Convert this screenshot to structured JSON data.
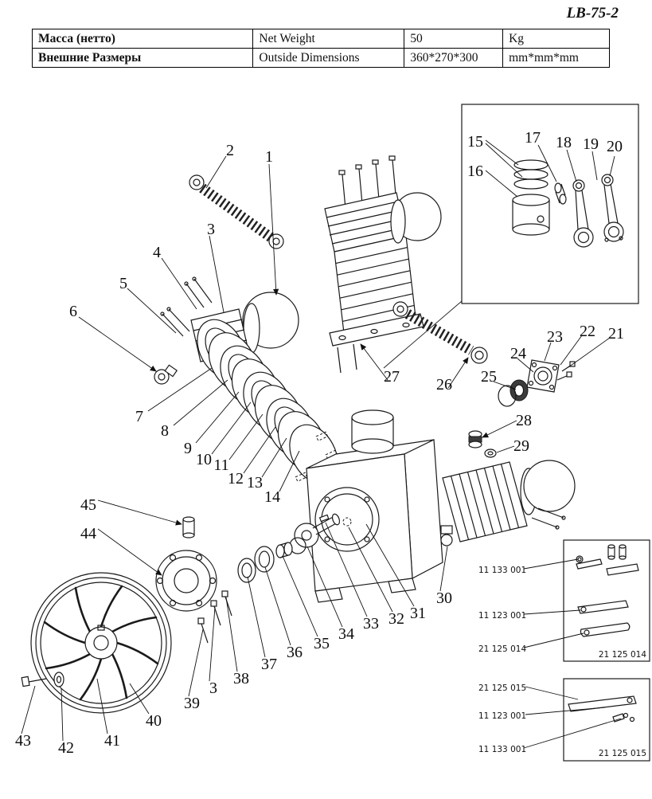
{
  "header": {
    "title": "LB-75-2"
  },
  "spec_table": {
    "rows": [
      {
        "ru": "Масса (нетто)",
        "en": "Net Weight",
        "value": "50",
        "unit": "Kg"
      },
      {
        "ru": "Внешние Размеры",
        "en": "Outside Dimensions",
        "value": "360*270*300",
        "unit": "mm*mm*mm"
      }
    ]
  },
  "callouts": {
    "n1": "1",
    "n2": "2",
    "n3": "3",
    "n3b": "3",
    "n4": "4",
    "n5": "5",
    "n6": "6",
    "n7": "7",
    "n8": "8",
    "n9": "9",
    "n10": "10",
    "n11": "11",
    "n12": "12",
    "n13": "13",
    "n14": "14",
    "n15": "15",
    "n16": "16",
    "n17": "17",
    "n18": "18",
    "n19": "19",
    "n20": "20",
    "n21": "21",
    "n22": "22",
    "n23": "23",
    "n24": "24",
    "n25": "25",
    "n26": "26",
    "n27": "27",
    "n28": "28",
    "n29": "29",
    "n30": "30",
    "n31": "31",
    "n32": "32",
    "n33": "33",
    "n34": "34",
    "n35": "35",
    "n36": "36",
    "n37": "37",
    "n38": "38",
    "n39": "39",
    "n40": "40",
    "n41": "41",
    "n42": "42",
    "n43": "43",
    "n44": "44",
    "n45": "45"
  },
  "part_labels": {
    "inset1_l1": "11 133 001",
    "inset1_l2": "11 123 001",
    "inset1_l3": "21 125 014",
    "inset1_tag": "21 125 014",
    "inset2_l1": "21 125 015",
    "inset2_l2": "11 123 001",
    "inset2_l3": "11 133 001",
    "inset2_tag": "21 125 015"
  }
}
